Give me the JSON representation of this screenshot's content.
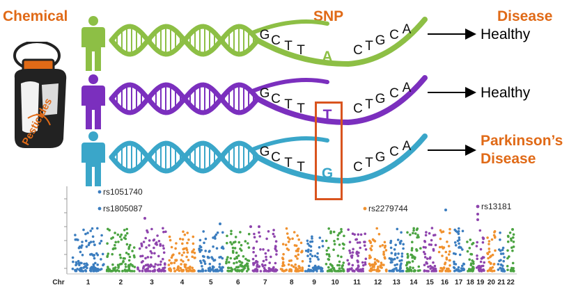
{
  "colors": {
    "orange": "#E06A17",
    "green": "#8DBF45",
    "purple": "#7B2FBE",
    "teal": "#3AA6C9",
    "box": "#D9541E"
  },
  "headers": {
    "chemical": "Chemical",
    "snp": "SNP",
    "disease": "Disease"
  },
  "bottle_label": "Pesticides",
  "rows": [
    {
      "color": "green",
      "letters": [
        "G",
        "C",
        "T",
        "T",
        "A",
        "C",
        "T",
        "G",
        "C",
        "A"
      ],
      "snp_letter": "A",
      "outcome": "Healthy",
      "outcome_style": "plain"
    },
    {
      "color": "purple",
      "letters": [
        "G",
        "C",
        "T",
        "T",
        "T",
        "C",
        "T",
        "G",
        "C",
        "A"
      ],
      "snp_letter": "T",
      "outcome": "Healthy",
      "outcome_style": "plain"
    },
    {
      "color": "teal",
      "letters": [
        "G",
        "C",
        "T",
        "T",
        "G",
        "C",
        "T",
        "G",
        "C",
        "A"
      ],
      "snp_letter": "G",
      "outcome": "Parkinson’s Disease",
      "outcome_lines": [
        "Parkinson’s",
        "Disease"
      ],
      "outcome_style": "orange"
    }
  ],
  "manhattan": {
    "chr_label": "Chr",
    "chromosomes": [
      "1",
      "2",
      "3",
      "4",
      "5",
      "6",
      "7",
      "8",
      "9",
      "10",
      "11",
      "12",
      "13",
      "14",
      "15",
      "16",
      "17",
      "18",
      "19",
      "20",
      "21",
      "22"
    ],
    "annotated_snps": [
      "rs1051740",
      "rs1805087",
      "rs2279744",
      "rs13181"
    ]
  }
}
